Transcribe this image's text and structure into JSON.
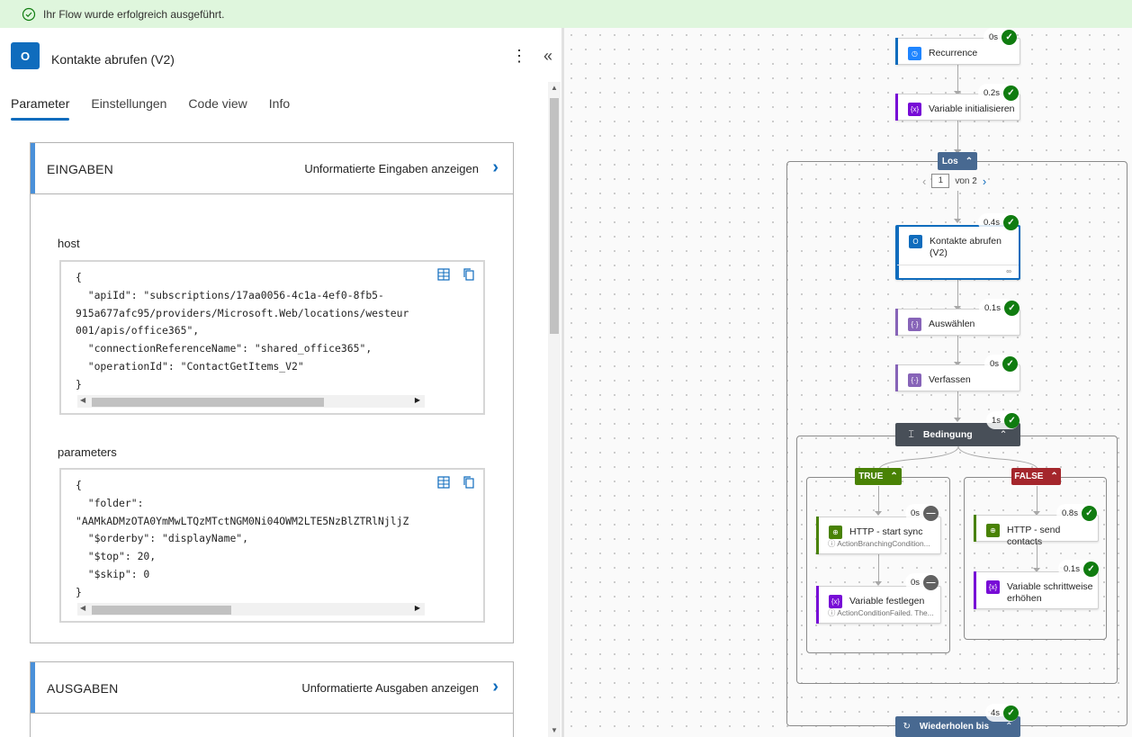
{
  "banner": {
    "message": "Ihr Flow wurde erfolgreich ausgeführt."
  },
  "panel": {
    "title": "Kontakte abrufen (V2)",
    "app_icon_text": "O",
    "tabs": [
      "Parameter",
      "Einstellungen",
      "Code view",
      "Info"
    ],
    "inputs": {
      "heading": "EINGABEN",
      "raw_link": "Unformatierte Eingaben anzeigen",
      "params": [
        {
          "label": "host",
          "code": "{\n  \"apiId\": \"subscriptions/17aa0056-4c1a-4ef0-8fb5-\n915a677afc95/providers/Microsoft.Web/locations/westeur\n001/apis/office365\",\n  \"connectionReferenceName\": \"shared_office365\",\n  \"operationId\": \"ContactGetItems_V2\"\n}"
        },
        {
          "label": "parameters",
          "code": "{\n  \"folder\":\n\"AAMkADMzOTA0YmMwLTQzMTctNGM0Ni04OWM2LTE5NzBlZTRlNjljZ\n  \"$orderby\": \"displayName\",\n  \"$top\": 20,\n  \"$skip\": 0\n}"
        }
      ]
    },
    "outputs": {
      "heading": "AUSGABEN",
      "raw_link": "Unformatierte Ausgaben anzeigen"
    }
  },
  "flow": {
    "nodes": [
      {
        "id": "recurrence",
        "label": "Recurrence",
        "duration": "0s",
        "status": "ok"
      },
      {
        "id": "init-var",
        "label": "Variable initialisieren",
        "duration": "0.2s",
        "status": "ok"
      },
      {
        "id": "kontakte",
        "label": "Kontakte abrufen (V2)",
        "duration": "0.4s",
        "status": "ok"
      },
      {
        "id": "auswaehlen",
        "label": "Auswählen",
        "duration": "0.1s",
        "status": "ok"
      },
      {
        "id": "verfassen",
        "label": "Verfassen",
        "duration": "0s",
        "status": "ok"
      },
      {
        "id": "http-start",
        "label": "HTTP - start sync",
        "sub": "ActionBranchingCondition...",
        "duration": "0s",
        "status": "skipped"
      },
      {
        "id": "var-festlegen",
        "label": "Variable festlegen",
        "sub": "ActionConditionFailed. The...",
        "duration": "0s",
        "status": "skipped"
      },
      {
        "id": "http-send",
        "label": "HTTP - send contacts",
        "duration": "0.8s",
        "status": "ok"
      },
      {
        "id": "var-erhoehen",
        "label": "Variable schrittweise erhöhen",
        "duration": "0.1s",
        "status": "ok"
      }
    ],
    "loop": {
      "label": "Los",
      "page": "1",
      "of": "von 2"
    },
    "condition": {
      "label": "Bedingung",
      "duration": "1s",
      "true_label": "TRUE",
      "false_label": "FALSE"
    },
    "until": {
      "label": "Wiederholen bis",
      "duration": "4s"
    },
    "colors": {
      "accent_blue": "#0f6cbd",
      "ok_green": "#107c10",
      "true_green": "#498205",
      "false_red": "#a4262c",
      "variable_purple": "#770bd6",
      "data_op_purple": "#8764b8",
      "loop_header": "#486991",
      "condition_header": "#484f58"
    }
  }
}
